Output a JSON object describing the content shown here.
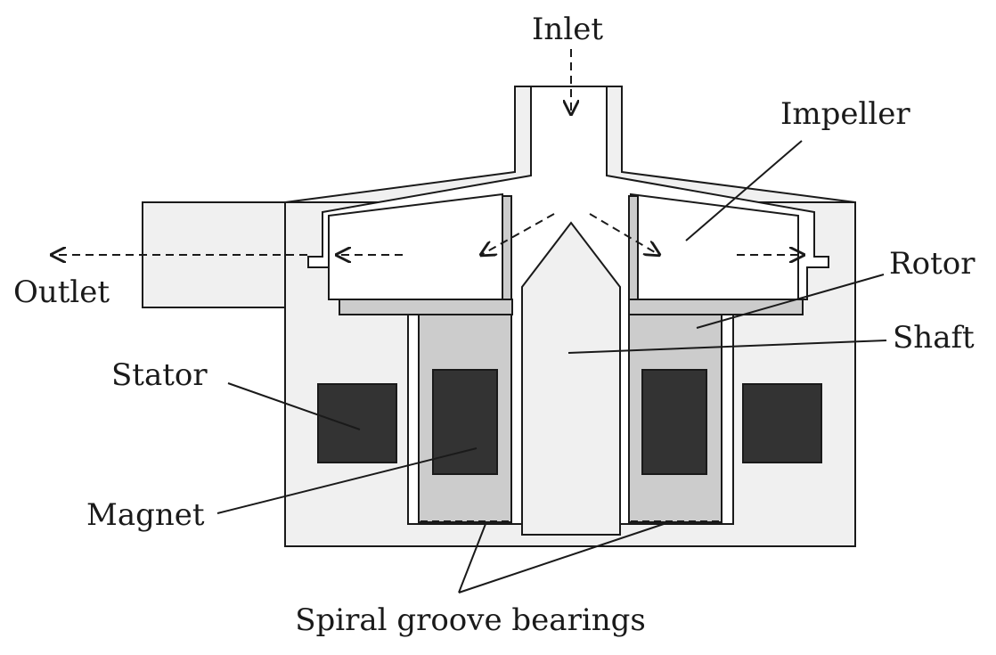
{
  "labels": {
    "inlet": "Inlet",
    "outlet": "Outlet",
    "impeller": "Impeller",
    "rotor": "Rotor",
    "shaft": "Shaft",
    "stator": "Stator",
    "magnet": "Magnet",
    "bearings": "Spiral groove bearings"
  },
  "colors": {
    "outline": "#1a1a1a",
    "housing": "#f0f0f0",
    "rotor": "#cccccc",
    "coil": "#333333",
    "background": "#ffffff"
  }
}
